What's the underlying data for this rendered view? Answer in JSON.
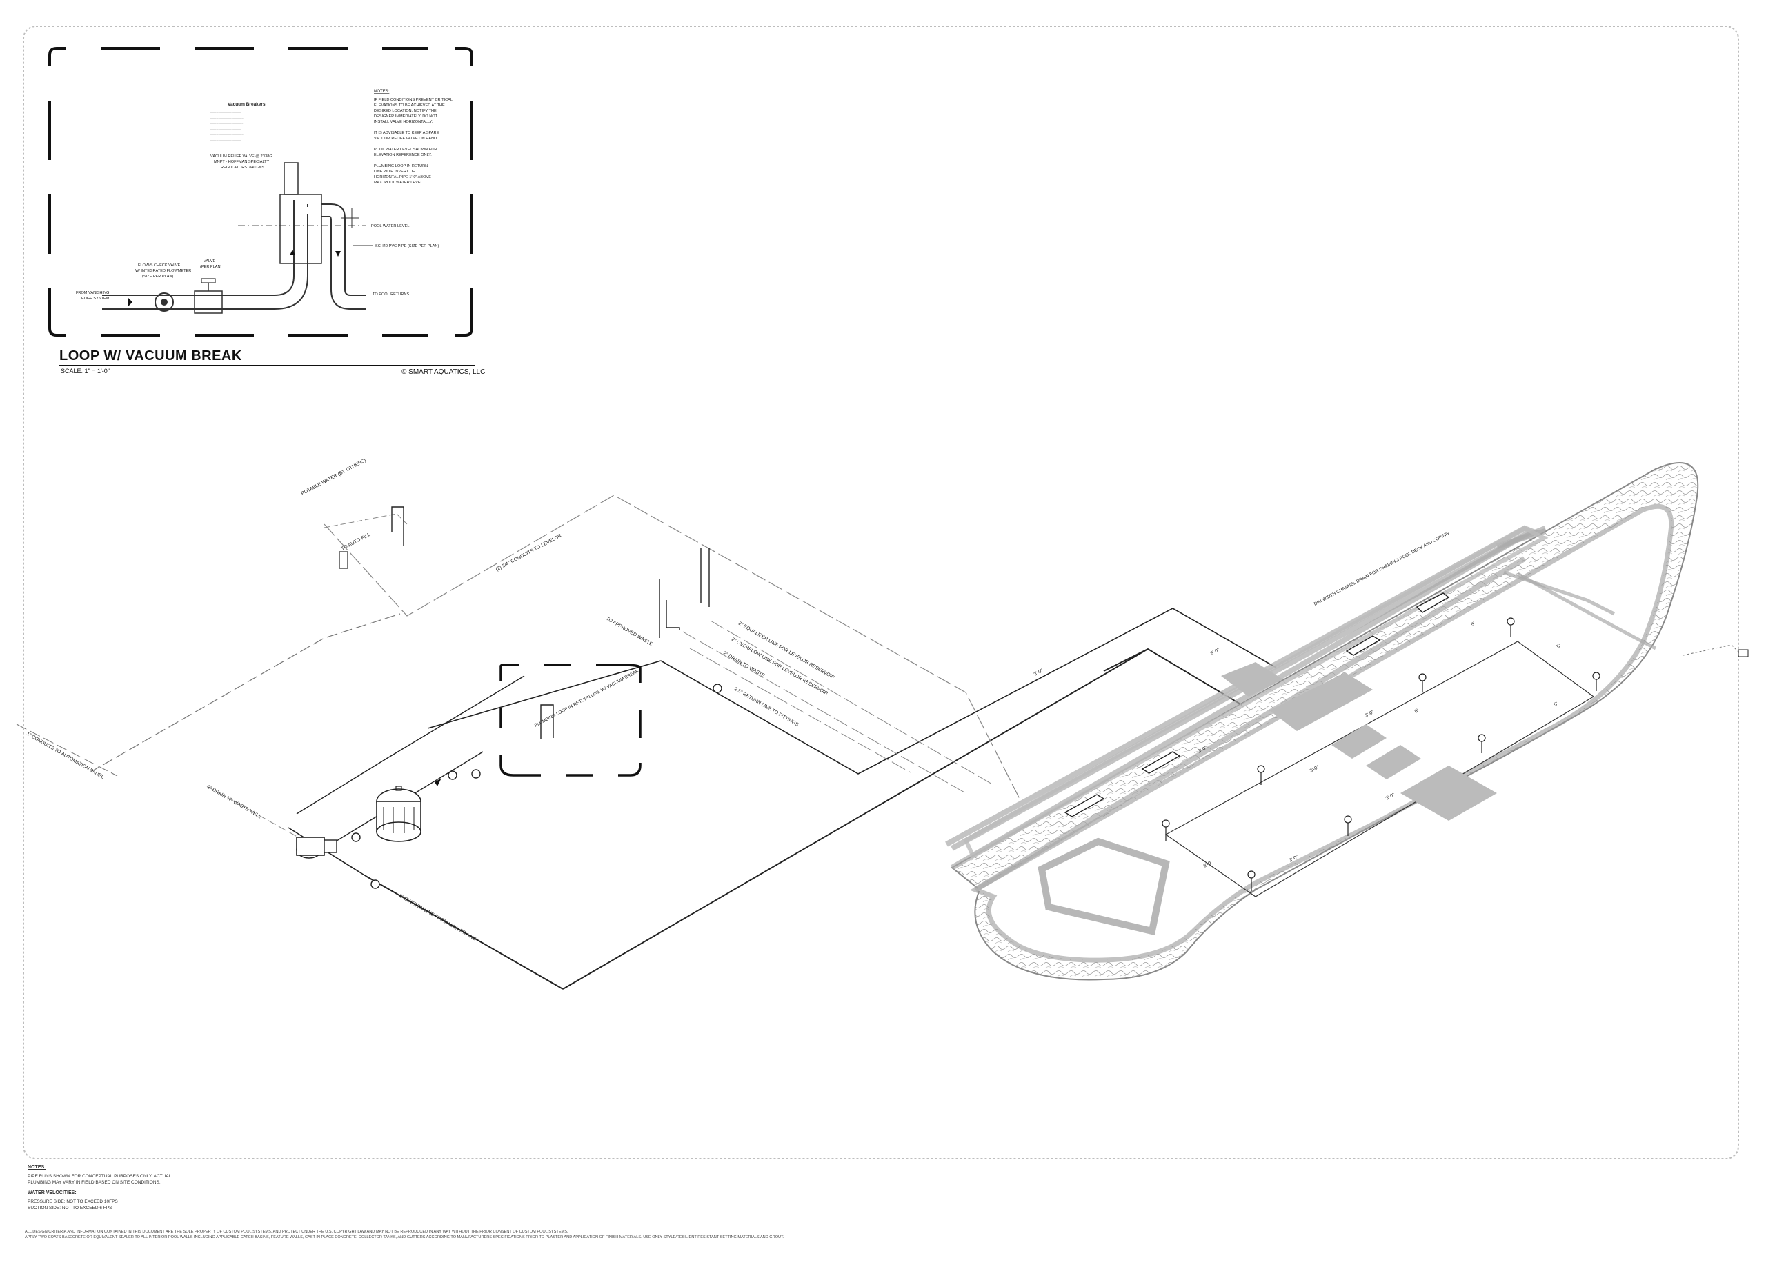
{
  "detail": {
    "title": "LOOP W/ VACUUM BREAK",
    "scale": "SCALE: 1\" = 1'-0\"",
    "copyright": "© SMART AQUATICS, LLC",
    "vacuum_breakers_heading": "Vacuum Breakers",
    "vacuum_relief_label": [
      "VACUUM RELIEF VALVE @ 2\"/38G",
      "MNPT - HOFFMAN SPECIALTY",
      "REGULATORS. #401-NS"
    ],
    "flow_check_label": [
      "FLOW/S CHECK VALVE",
      "W/ INTEGRATED FLOWMETER",
      "(SIZE PER PLAN)"
    ],
    "valve_label": [
      "VALVE",
      "(PER PLAN)"
    ],
    "from_label": [
      "FROM VANISHING",
      "EDGE SYSTEM"
    ],
    "pool_water_level": "POOL WATER LEVEL",
    "pipe_size": "SCH40 PVC PIPE (SIZE PER PLAN)",
    "to_pool_returns": "TO POOL RETURNS",
    "notes_heading": "NOTES:",
    "notes": [
      "IF FIELD CONDITIONS PREVENT CRITICAL",
      "ELEVATIONS TO BE ACHIEVED AT THE",
      "DESIRED LOCATION, NOTIFY THE",
      "DESIGNER IMMEDIATELY. DO NOT",
      "INSTALL VALVE HORIZONTALLY.",
      "",
      "IT IS ADVISABLE TO KEEP A SPARE",
      "VACUUM RELIEF VALVE ON HAND.",
      "",
      "POOL WATER LEVEL SHOWN FOR",
      "ELEVATION REFERENCE ONLY.",
      "",
      "PLUMBING LOOP IN RETURN",
      "LINE WITH INVERT OF",
      "HORIZONTAL PIPE 1'-0\" ABOVE",
      "MAX. POOL WATER LEVEL."
    ]
  },
  "footer": {
    "notes_heading": "NOTES:",
    "notes_lines": [
      "PIPE RUNS SHOWN FOR CONCEPTUAL PURPOSES ONLY. ACTUAL",
      "PLUMBING MAY VARY IN FIELD BASED ON SITE CONDITIONS."
    ],
    "velocity_heading": "WATER VELOCITIES:",
    "velocity_lines": [
      "PRESSURE SIDE: NOT TO EXCEED 10FPS",
      "SUCTION SIDE: NOT TO EXCEED 6 FPS"
    ],
    "disclaimer_lines": [
      "ALL DESIGN CRITERIA AND INFORMATION CONTAINED IN THIS DOCUMENT ARE THE SOLE PROPERTY OF CUSTOM POOL SYSTEMS, AND PROTECT UNDER THE U.S. COPYRIGHT LAW AND MAY NOT BE REPRODUCED IN ANY WAY WITHOUT THE PRIOR CONSENT OF CUSTOM POOL SYSTEMS.",
      "APPLY TWO COATS BASECRETE OR EQUIVALENT SEALER TO ALL INTERIOR POOL WALLS INCLUDING APPLICABLE CATCH BASINS, FEATURE WALLS, CAST IN PLACE CONCRETE, COLLECTOR TANKS, AND GUTTERS ACCORDING TO MANUFACTURERS SPECIFICATIONS PRIOR TO PLASTER AND APPLICATION OF FINISH MATERIALS. USE ONLY STYLE/RESILIENT RESISTANT SETTING MATERIALS AND GROUT."
    ]
  },
  "plan_labels": {
    "potable_water": "POTABLE WATER (BY OTHERS)",
    "to_auto_fill": "TO AUTO-FILL",
    "levelor_conduit": "(2) 3/4\" CONDUITS TO LEVELOR",
    "conduits_automation": "1\" CONDUITS TO AUTOMATION PANEL",
    "overflow_waste": "TO APPROVED WASTE",
    "equalizer_line": "2\" EQUALIZER LINE FOR LEVELOR RESERVOIR",
    "overflow_line": "2\" OVERFLOW LINE FOR LEVELOR RESERVOIR",
    "drain_waste": "2\" DRAIN TO WASTE",
    "return_line": "2.5\" RETURN LINE TO FITTINGS",
    "suction_line": "2\" SUCTION LINE FROM MAIN DRAINS",
    "drain_to_waste_well": "2\" DRAIN TO WASTE WELL",
    "loop_note": "PLUMBING LOOP IN RETURN LINE W/ VACUUM BREAK",
    "gutter_note": "DIM WIDTH CHANNEL DRAIN FOR DRAINING POOL DECK AND COPING",
    "dims": [
      "3'-0\"",
      "3'-0\"",
      "3'-0\"",
      "3'-0\"",
      "3'-0\"",
      "3'-0\"",
      "3'-0\"",
      "3'-0\"",
      "5'",
      "5'",
      "5'",
      "5'"
    ]
  }
}
